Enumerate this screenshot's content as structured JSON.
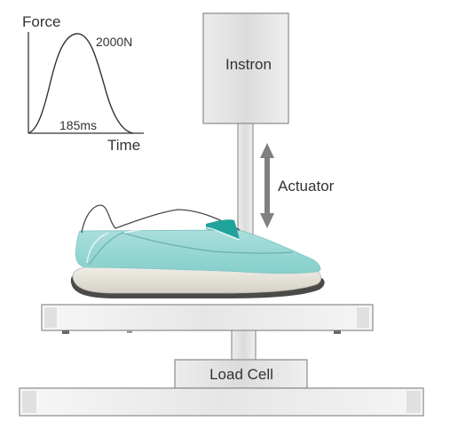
{
  "force_curve": {
    "y_axis_label": "Force",
    "x_axis_label": "Time",
    "peak_label": "2000N",
    "duration_label": "185ms"
  },
  "instron": {
    "label": "Instron"
  },
  "actuator": {
    "label": "Actuator"
  },
  "load_cell": {
    "label": "Load Cell"
  },
  "colors": {
    "equipment_fill": "#e9e9e9",
    "equipment_stroke": "#8a8a8a",
    "shoe_upper": "#9fd8d6",
    "shoe_accent": "#1fa39a",
    "midsole": "#e6e3da",
    "outsole": "#4a4a48",
    "arrow": "#808080"
  }
}
